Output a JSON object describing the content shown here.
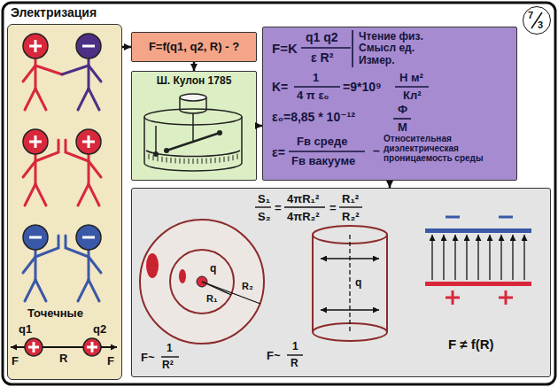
{
  "diagram": {
    "title": "Электризация",
    "nodes": [
      {
        "text": [
          "Точечные",
          "q1",
          "q2",
          "R",
          "F",
          "F"
        ]
      },
      {
        "text": [
          "F=f(q1, q2, R) - ?"
        ]
      },
      {
        "text": [
          "Ш. Кулон 1785"
        ]
      },
      {
        "text": [
          "F=K",
          "q1 q2",
          "ε R²",
          "Чтение физ. Смысл ед. Измер.",
          "K=",
          "1",
          "4 π ε₀",
          "=9*10⁹",
          "Н м²",
          "Кл²",
          "ε₀=8,85 * 10⁻¹²",
          "Ф",
          "М",
          "ε=",
          "Fв среде",
          "Fв вакууме",
          "–",
          "Относительная диэлектрическая проницаемость среды"
        ]
      },
      {
        "text": [
          "S₁",
          "S₂",
          "=",
          "4πR₁²",
          "4πR₂²",
          "=",
          "R₁²",
          "R₂²",
          "q",
          "R₁",
          "R₂",
          "F~",
          "1",
          "R²",
          "q",
          "F~",
          "1",
          "R",
          "F ≠ f(R)"
        ]
      },
      {
        "text": [
          "7",
          "3"
        ]
      }
    ],
    "edges": [
      {
        "from": 0,
        "to": 1,
        "arrow": "to"
      },
      {
        "from": 1,
        "to": 2,
        "arrow": "to"
      },
      {
        "from": 2,
        "to": 3,
        "arrow": "to"
      },
      {
        "from": 3,
        "to": 4,
        "arrow": "to"
      }
    ]
  }
}
